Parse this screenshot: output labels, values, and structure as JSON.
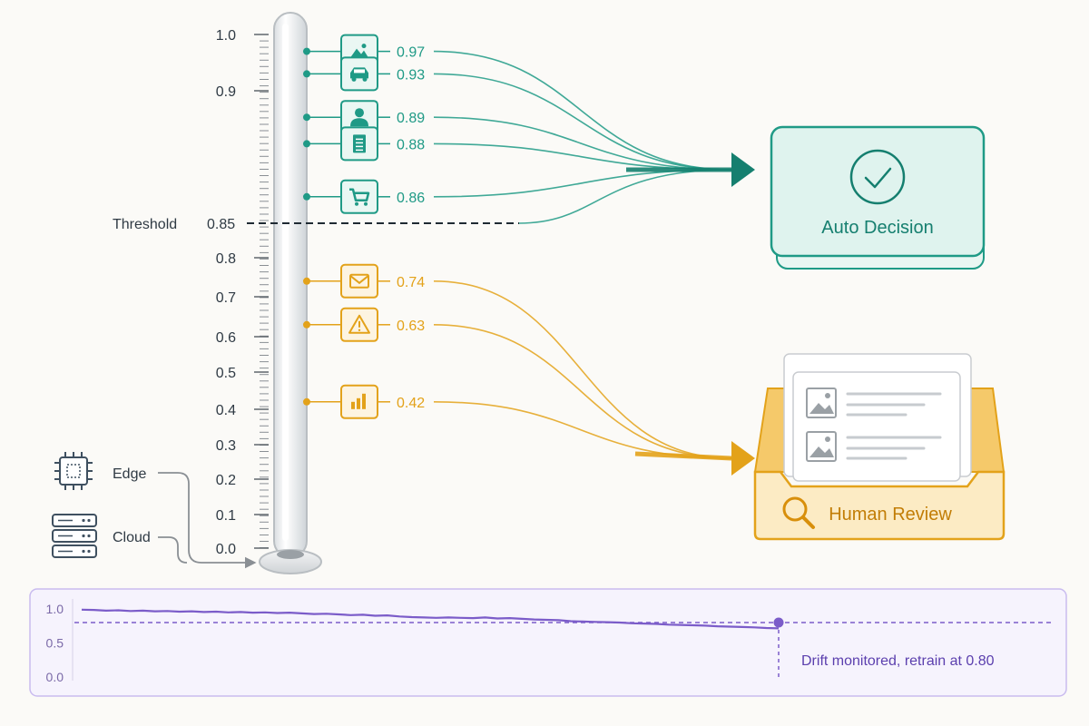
{
  "colors": {
    "teal": "#1f9a86",
    "teal_dark": "#157f6f",
    "teal_fill": "#dff3ee",
    "gold": "#e3a21a",
    "gold_fill": "#fcebc4",
    "purple": "#7b5cc9",
    "purple_fill": "#f6f3fd",
    "ink": "#2f3a44",
    "tick": "#8a8f94"
  },
  "scale": {
    "ticks": [
      "1.0",
      "0.9",
      "0.8",
      "0.7",
      "0.6",
      "0.5",
      "0.4",
      "0.3",
      "0.2",
      "0.1",
      "0.0"
    ],
    "threshold_label": "Threshold",
    "threshold_value": "0.85",
    "threshold": 0.85
  },
  "items_high": [
    {
      "icon": "landscape-icon",
      "score": 0.97,
      "label": "0.97"
    },
    {
      "icon": "car-icon",
      "score": 0.93,
      "label": "0.93"
    },
    {
      "icon": "person-icon",
      "score": 0.89,
      "label": "0.89"
    },
    {
      "icon": "document-icon",
      "score": 0.88,
      "label": "0.88"
    },
    {
      "icon": "cart-icon",
      "score": 0.86,
      "label": "0.86"
    }
  ],
  "items_low": [
    {
      "icon": "mail-icon",
      "score": 0.74,
      "label": "0.74"
    },
    {
      "icon": "warning-icon",
      "score": 0.63,
      "label": "0.63"
    },
    {
      "icon": "bar-chart-icon",
      "score": 0.42,
      "label": "0.42"
    }
  ],
  "sources": [
    {
      "icon": "chip-icon",
      "label": "Edge"
    },
    {
      "icon": "server-icon",
      "label": "Cloud"
    }
  ],
  "auto_decision": {
    "label": "Auto Decision",
    "icon": "check-circle-icon"
  },
  "human_review": {
    "label": "Human Review",
    "icon": "magnifier-icon"
  },
  "drift": {
    "y_ticks": [
      "1.0",
      "0.5",
      "0.0"
    ],
    "retrain": 0.8,
    "annotation": "Drift monitored, retrain at 0.80",
    "series": [
      0.99,
      0.985,
      0.975,
      0.98,
      0.97,
      0.975,
      0.965,
      0.97,
      0.96,
      0.965,
      0.955,
      0.96,
      0.95,
      0.955,
      0.945,
      0.95,
      0.94,
      0.945,
      0.935,
      0.925,
      0.93,
      0.92,
      0.91,
      0.915,
      0.9,
      0.905,
      0.89,
      0.88,
      0.875,
      0.87,
      0.875,
      0.87,
      0.865,
      0.875,
      0.86,
      0.865,
      0.855,
      0.845,
      0.84,
      0.835,
      0.82,
      0.815,
      0.81,
      0.805,
      0.8,
      0.79,
      0.785,
      0.78,
      0.77,
      0.765,
      0.76,
      0.755,
      0.745,
      0.74,
      0.735,
      0.73,
      0.72,
      0.715
    ]
  }
}
